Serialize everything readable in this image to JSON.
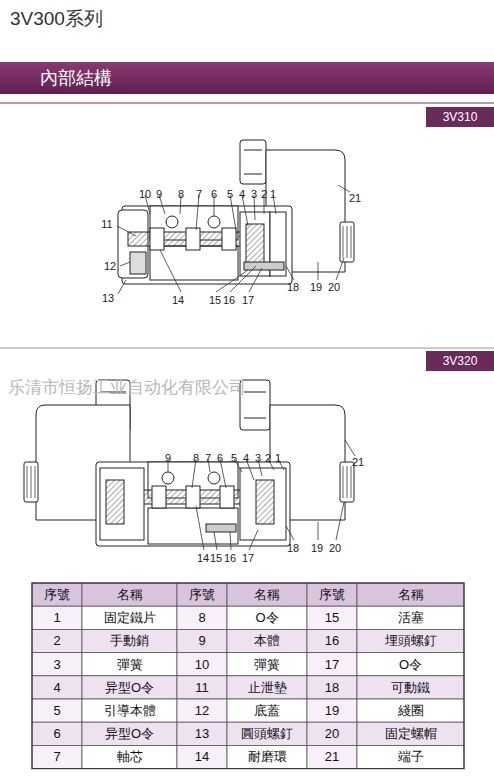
{
  "diagram": {
    "title": "3V300系列",
    "nodes": [
      {
        "text": [
          "內部結構"
        ]
      },
      {
        "text": [
          "3V310"
        ]
      },
      {
        "text": [
          "3V320"
        ]
      }
    ],
    "labels": [
      "10",
      "9",
      "8",
      "7",
      "6",
      "5",
      "4",
      "3",
      "2",
      "1",
      "21",
      "11",
      "12",
      "13",
      "14",
      "15",
      "16",
      "17",
      "18",
      "19",
      "20",
      "乐清市恒扬工业自动化有限公司",
      "9",
      "8",
      "7",
      "6",
      "5",
      "4",
      "3",
      "2",
      "1",
      "21",
      "14",
      "15",
      "16",
      "17",
      "18",
      "19",
      "20",
      "序號",
      "名稱",
      "序號",
      "名稱",
      "序號",
      "名稱",
      "1",
      "固定鐵片",
      "8",
      "O令",
      "15",
      "活塞",
      "2",
      "手動銷",
      "9",
      "本體",
      "16",
      "埋頭螺釘",
      "3",
      "彈簧",
      "10",
      "彈簧",
      "17",
      "O令",
      "4",
      "异型O令",
      "11",
      "止泄墊",
      "18",
      "可動鐵",
      "5",
      "引導本體",
      "12",
      "底蓋",
      "19",
      "綫圈",
      "6",
      "异型O令",
      "13",
      "圓頭螺釘",
      "20",
      "固定螺帽",
      "7",
      "軸芯",
      "14",
      "耐磨環",
      "21",
      "端子"
    ]
  }
}
